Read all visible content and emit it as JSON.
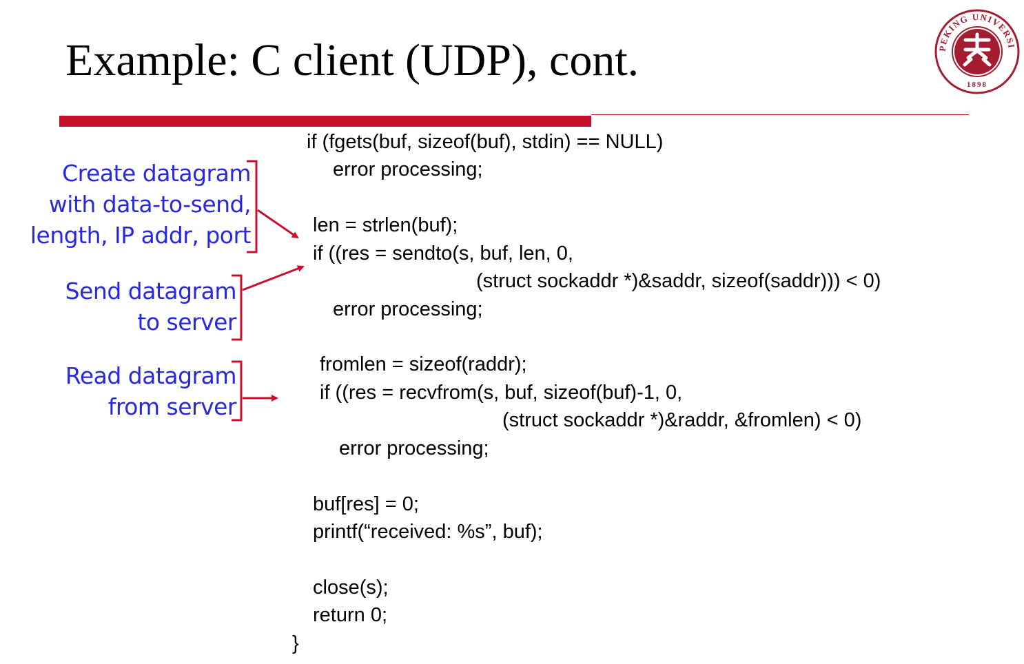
{
  "slide": {
    "title": "Example: C client (UDP), cont."
  },
  "logo": {
    "name": "peking-university-seal",
    "text_top": "UNIVERSITY",
    "text_left": "PEKING",
    "year": "1898"
  },
  "annotations": {
    "create": [
      "Create datagram",
      "with data-to-send,",
      "length, IP addr, port"
    ],
    "send": [
      "Send datagram",
      "to server"
    ],
    "read": [
      "Read datagram",
      "from server"
    ]
  },
  "code": {
    "lines": [
      "if (fgets(buf, sizeof(buf), stdin) == NULL)",
      "error processing;",
      "len = strlen(buf);",
      "if ((res = sendto(s, buf, len, 0,",
      "(struct sockaddr *)&saddr, sizeof(saddr))) < 0)",
      "error processing;",
      "fromlen = sizeof(raddr);",
      "if ((res = recvfrom(s, buf, sizeof(buf)-1, 0,",
      "(struct sockaddr *)&raddr, &fromlen) < 0)",
      "error processing;",
      "buf[res] = 0;",
      "printf(“received: %s”, buf);",
      "close(s);",
      "return 0;",
      "}"
    ]
  },
  "colors": {
    "accent_red": "#c8102e",
    "annotation_blue": "#2828e0",
    "logo_red": "#a51c30"
  }
}
